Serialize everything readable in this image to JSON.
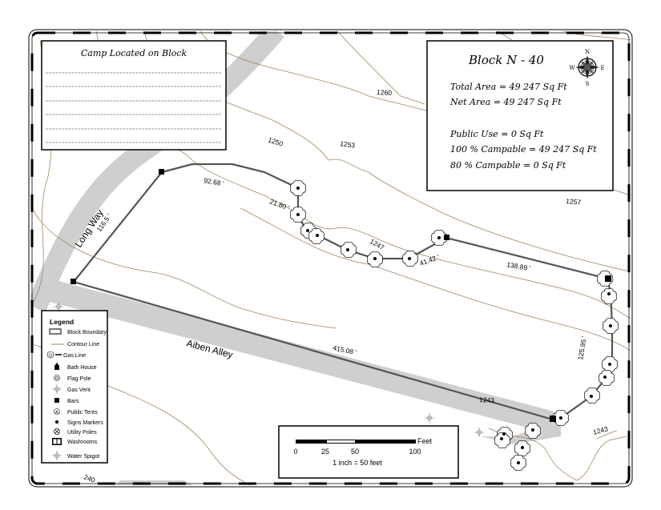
{
  "camp_box": {
    "title": "Camp Located on Block",
    "line_count": 6
  },
  "block_info": {
    "title": "Block N - 40",
    "total_area": "Total Area = 49 247 Sq Ft",
    "net_area": "Net Area = 49 247 Sq Ft",
    "public_use": "Public Use = 0 Sq Ft",
    "campable_100": "100 % Campable = 49 247 Sq Ft",
    "campable_80": "80 % Campable = 0 Sq Ft"
  },
  "compass": {
    "n": "N",
    "s": "S",
    "e": "E",
    "w": "W"
  },
  "roads": {
    "long_way": "Long Way",
    "aiben_alley": "Aiben Alley",
    "corner_fragment": "240"
  },
  "dimensions": [
    "92.68 '",
    "116.5 '",
    "21.80 '",
    "41.42 '",
    "138.89 '",
    "125.95 '",
    "415.08 '"
  ],
  "contours": [
    "1260",
    "1250",
    "1253",
    "1247",
    "1257",
    "1243",
    "1243"
  ],
  "legend": {
    "title": "Legend",
    "items": [
      {
        "icon": "block-boundary",
        "label": "Block Boundary"
      },
      {
        "icon": "contour-line",
        "label": "Contour Line"
      },
      {
        "icon": "gas-line",
        "label": "Gas Line"
      },
      {
        "icon": "bath-house",
        "label": "Bath House"
      },
      {
        "icon": "flag-pole",
        "label": "Flag Pole"
      },
      {
        "icon": "gas-vent",
        "label": "Gas Vent"
      },
      {
        "icon": "bars",
        "label": "Bars"
      },
      {
        "icon": "public-tents",
        "label": "Public Tents"
      },
      {
        "icon": "signs-markers",
        "label": "Signs Markers"
      },
      {
        "icon": "utility-poles",
        "label": "Utility Poles"
      },
      {
        "icon": "washrooms",
        "label": "Washrooms"
      },
      {
        "icon": "water-spigot",
        "label": "Water Spigot"
      }
    ],
    "gas_line_symbol": "G",
    "tents_symbol": "A"
  },
  "scale": {
    "unit": "Feet",
    "ticks": [
      "0",
      "25",
      "50",
      "100"
    ],
    "ratio": "1 inch = 50 feet"
  },
  "colors": {
    "contour": "#a08660",
    "road": "#cfcfcf",
    "boundary": "#555555"
  }
}
